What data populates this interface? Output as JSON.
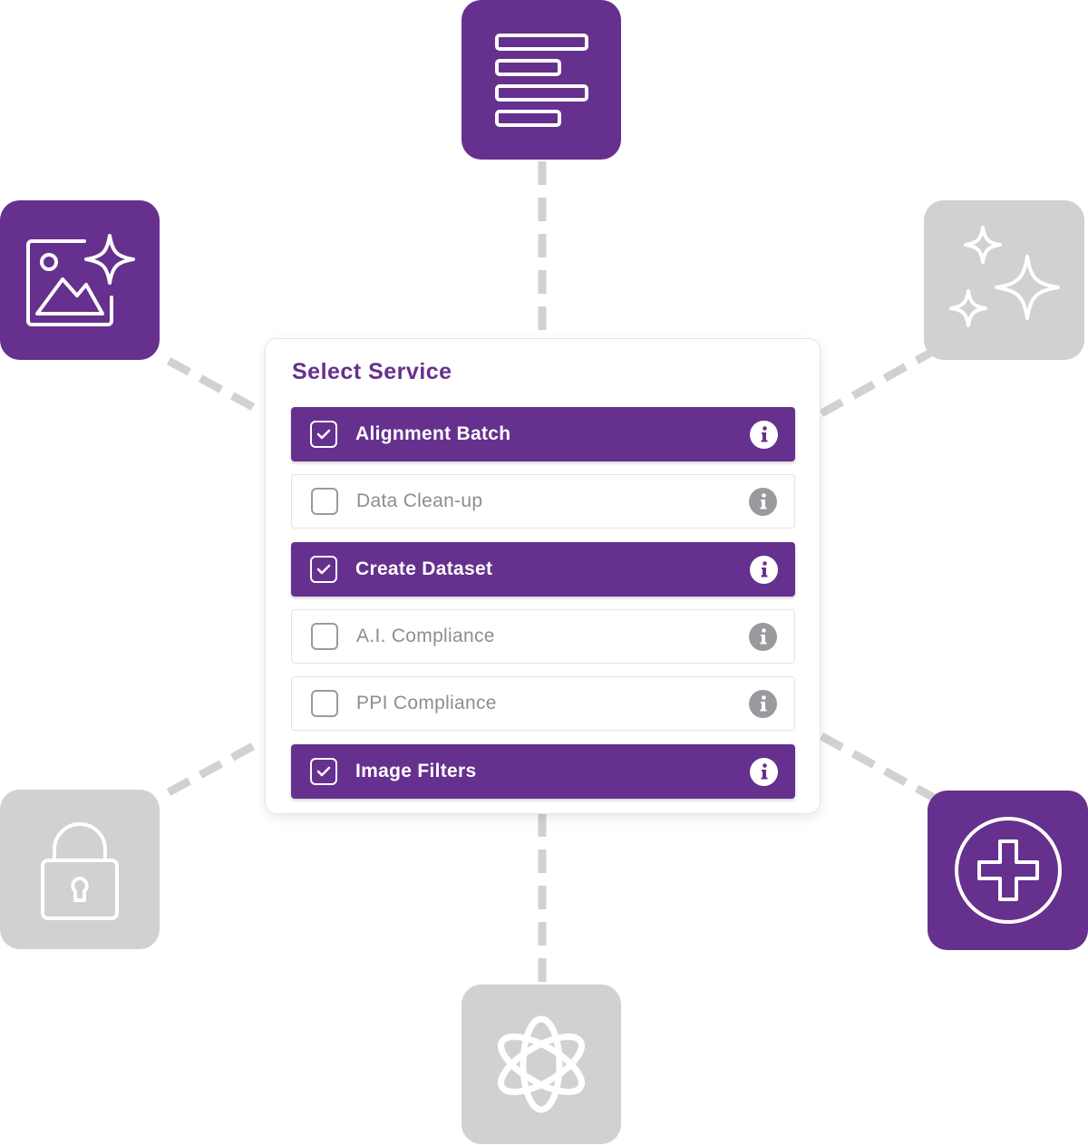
{
  "panel": {
    "title": "Select Service",
    "services": [
      {
        "label": "Alignment Batch",
        "checked": true
      },
      {
        "label": "Data Clean-up",
        "checked": false
      },
      {
        "label": "Create Dataset",
        "checked": true
      },
      {
        "label": "A.I. Compliance",
        "checked": false
      },
      {
        "label": "PPI Compliance",
        "checked": false
      },
      {
        "label": "Image Filters",
        "checked": true
      }
    ]
  },
  "tiles": [
    {
      "icon": "text-lines-icon",
      "state": "active"
    },
    {
      "icon": "image-sparkle-icon",
      "state": "active"
    },
    {
      "icon": "sparkles-icon",
      "state": "inactive"
    },
    {
      "icon": "lock-icon",
      "state": "inactive"
    },
    {
      "icon": "plus-circle-icon",
      "state": "active"
    },
    {
      "icon": "openai-icon",
      "state": "inactive"
    }
  ],
  "colors": {
    "accent": "#66308e",
    "inactive_tile": "#d1d1d3",
    "connector": "#d1d1d3",
    "unselected_text": "#8e8e92"
  }
}
